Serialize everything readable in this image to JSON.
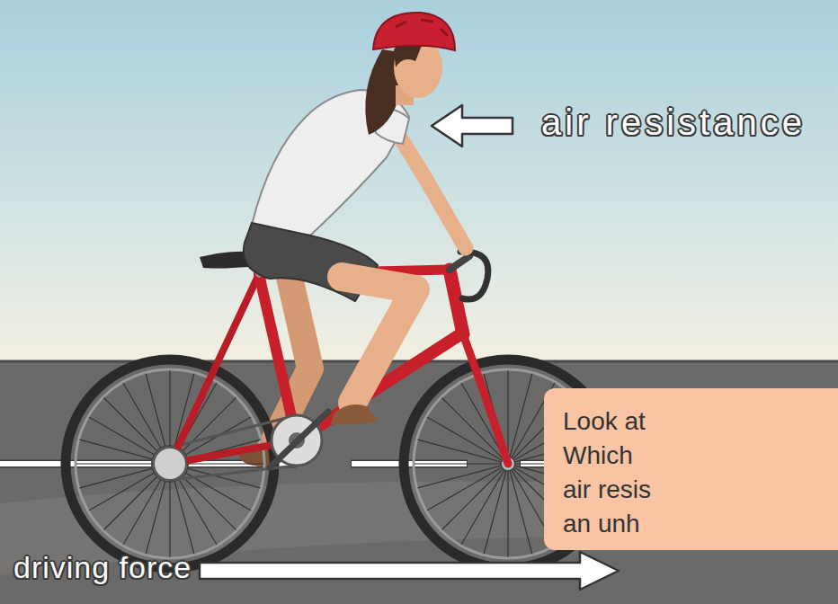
{
  "diagram": {
    "nodes": [
      {
        "text": [
          "Look at Which air resis an unh"
        ]
      }
    ],
    "labels": [
      "air resistance",
      "driving force"
    ]
  }
}
